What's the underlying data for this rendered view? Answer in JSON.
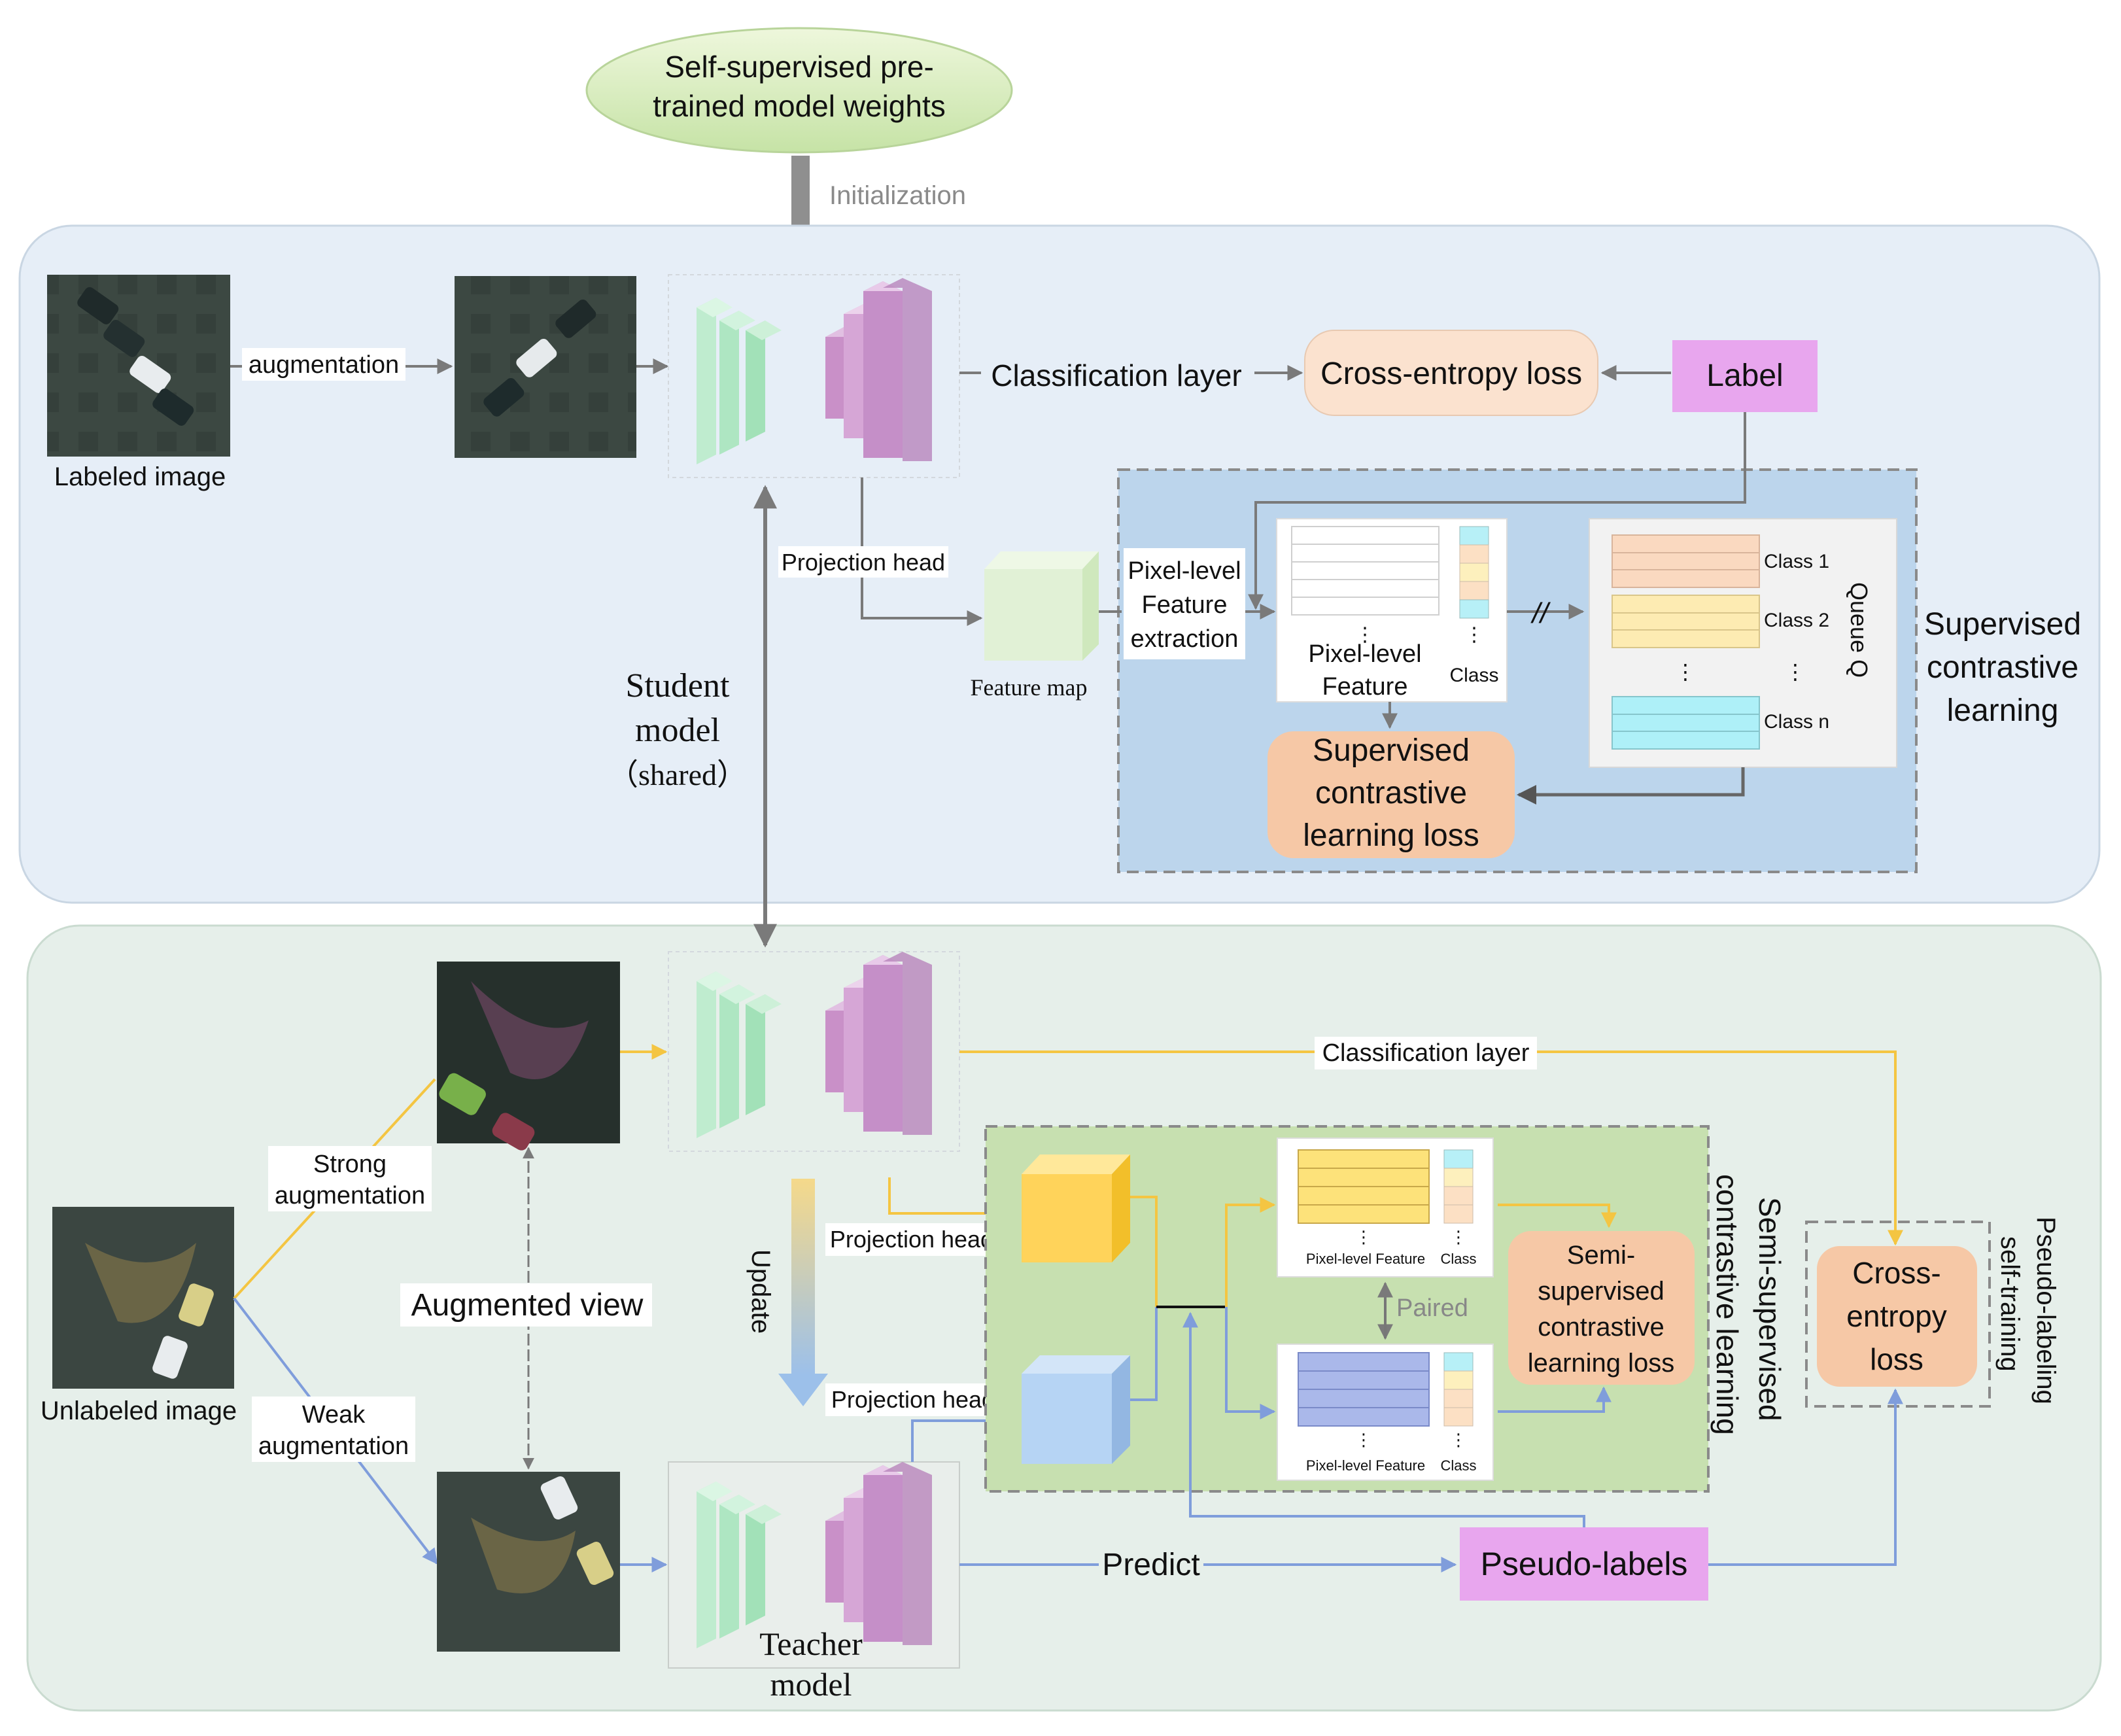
{
  "top": {
    "weights_label_line1": "Self-supervised pre-",
    "weights_label_line2": "trained model weights",
    "initialization": "Initialization"
  },
  "supervised": {
    "labeled_image": "Labeled image",
    "augmentation": "augmentation",
    "classification_layer": "Classification layer",
    "cross_entropy_loss": "Cross-entropy loss",
    "label": "Label",
    "projection_head": "Projection head",
    "feature_map": "Feature map",
    "pixel_extraction": [
      "Pixel-level",
      "Feature",
      "extraction"
    ],
    "pixel_feature": [
      "Pixel-level",
      "Feature"
    ],
    "class": "Class",
    "queue_title": "Queue Q",
    "queue_classes": [
      "Class 1",
      "Class 2",
      "Class n"
    ],
    "sup_loss": [
      "Supervised",
      "contrastive",
      "learning loss"
    ],
    "section_label": [
      "Supervised",
      "contrastive",
      "learning"
    ]
  },
  "student": {
    "label": [
      "Student",
      "model",
      "（shared）"
    ]
  },
  "semi": {
    "unlabeled_image": "Unlabeled image",
    "strong_aug": [
      "Strong",
      "augmentation"
    ],
    "weak_aug": [
      "Weak",
      "augmentation"
    ],
    "augmented_view": "Augmented view",
    "update": "Update",
    "projection_head": "Projection head",
    "classification_layer": "Classification layer",
    "pixel_feature": "Pixel-level Feature",
    "class": "Class",
    "paired": "Paired",
    "semi_loss": [
      "Semi-",
      "supervised",
      "contrastive",
      "learning loss"
    ],
    "section_label": [
      "Semi-supervised",
      "contrastive learning"
    ],
    "cross_entropy": [
      "Cross-",
      "entropy",
      "loss"
    ],
    "pseudo_section": [
      "Pseudo-labeling",
      "self-training"
    ],
    "predict": "Predict",
    "pseudo_labels": "Pseudo-labels",
    "teacher": [
      "Teacher",
      "model"
    ]
  },
  "colors": {
    "top_panel": "#e5edf6",
    "bottom_panel": "#e5efe9",
    "sup_box": "#bcd5ec",
    "semi_box": "#c7e0b0",
    "loss_fill": "#f6c8a6",
    "label_fill": "#e8a6ee",
    "yellow_arrow": "#f9c74f",
    "blue_arrow": "#8fa8de"
  }
}
